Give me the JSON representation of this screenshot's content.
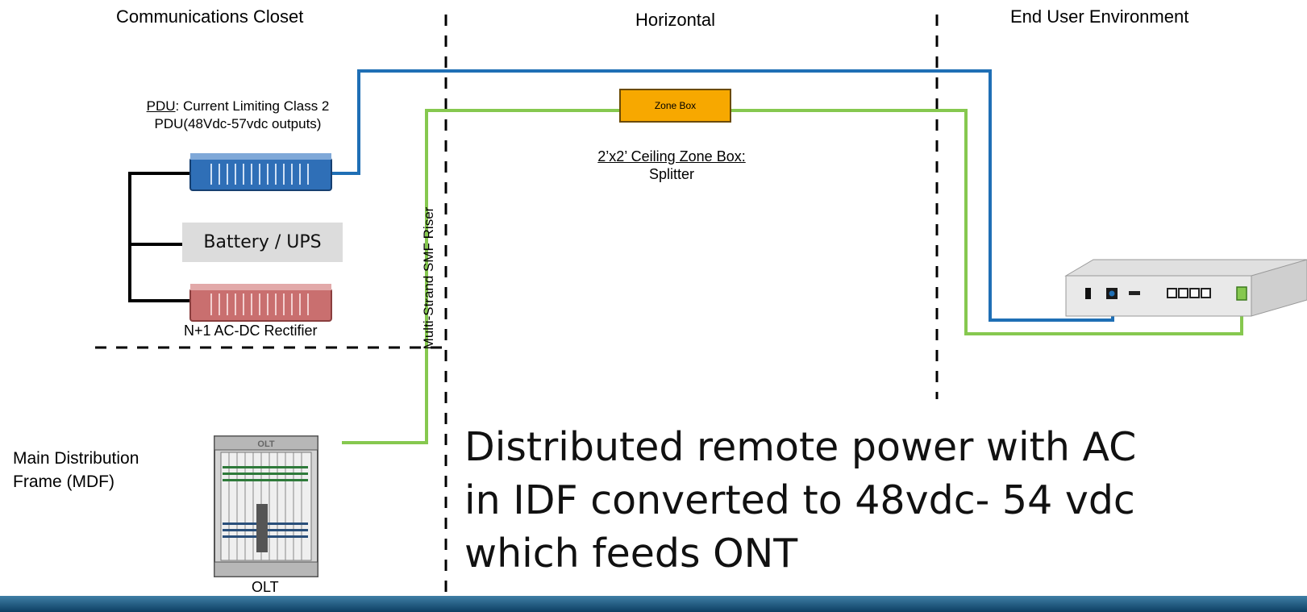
{
  "sections": {
    "closet": "Communications Closet",
    "horizontal": "Horizontal",
    "end_user": "End User Environment"
  },
  "pdu": {
    "label_underlined": "PDU",
    "label_rest": ": Current Limiting Class 2",
    "label_line2": "PDU(48Vdc-57vdc outputs)"
  },
  "battery_label": "Battery / UPS",
  "rectifier_label": "N+1 AC-DC Rectifier",
  "riser_label": "Multi-Strand SMF Riser",
  "zone_box": {
    "box_label": "Zone Box",
    "caption_line1": "2’x2’ Ceiling Zone Box:",
    "caption_line2": "Splitter"
  },
  "mdf": {
    "line1": "Main Distribution",
    "line2": "Frame (MDF)"
  },
  "olt": {
    "chassis_label": "OLT",
    "caption": "OLT"
  },
  "headline": {
    "line1": "Distributed remote power with AC",
    "line2": "in IDF converted to 48vdc- 54 vdc",
    "line3": "which feeds ONT"
  },
  "colors": {
    "power_line": "#1f6fb5",
    "fiber_line": "#86c84f",
    "zone_box": "#f7a800",
    "pdu": "#2f6fb7",
    "rectifier": "#c96f6f",
    "bottom_bar": "#1f5f8a"
  }
}
